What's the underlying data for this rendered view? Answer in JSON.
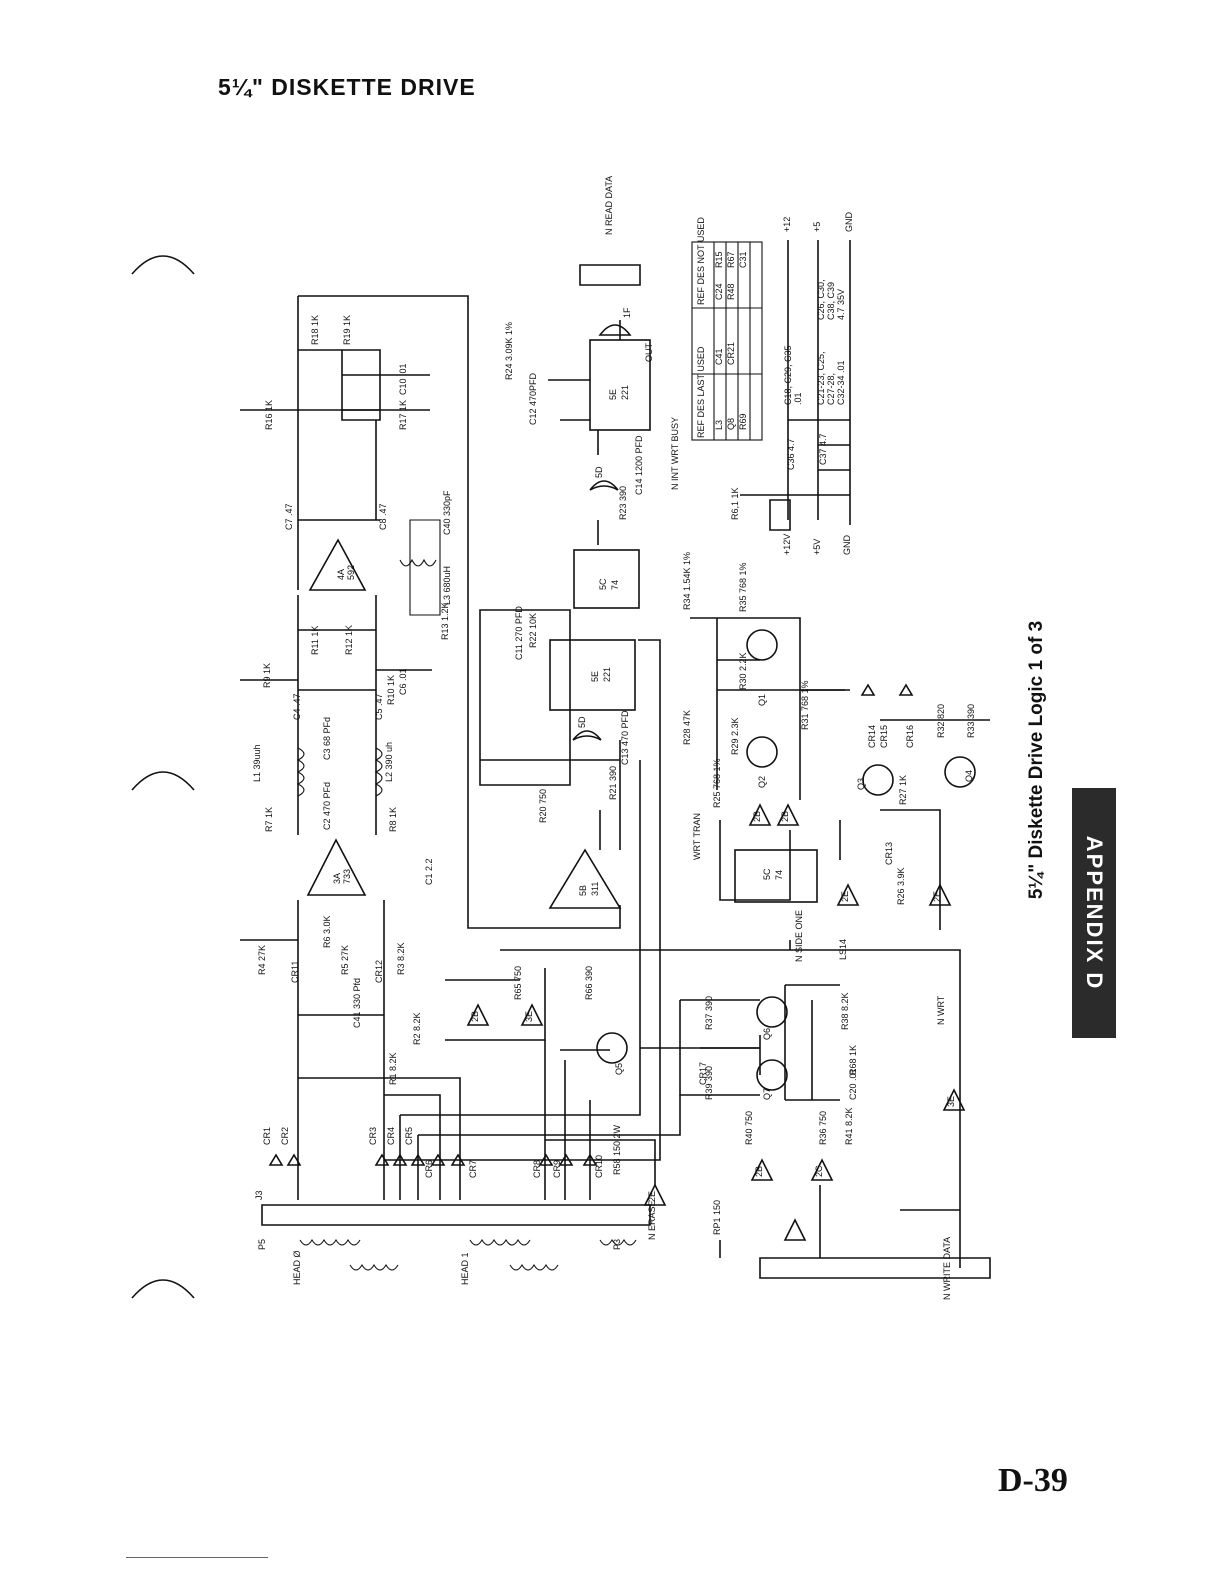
{
  "page": {
    "title": "5¼\" DISKETTE DRIVE",
    "caption": "5¼\" Diskette Drive Logic 1 of 3",
    "appendix_tab": "APPENDIX D",
    "page_number": "D-39"
  },
  "ref_table": {
    "headers": [
      "REF DES LAST USED",
      "REF DES NOT USED"
    ],
    "rows": [
      [
        "L3",
        "C41",
        "C24",
        "R15"
      ],
      [
        "Q8",
        "CR21",
        "R48",
        "R67"
      ],
      [
        "R69",
        "",
        "",
        "C31"
      ]
    ]
  },
  "power": {
    "rails": [
      "+12",
      "+5",
      "GND"
    ],
    "caps_note": [
      "C18, C29, C35",
      ".01",
      "C21-23, C25,",
      "C27-28,",
      "C32-34 .01",
      "C26, C30,",
      "C38, C39",
      "4.7 35V"
    ]
  },
  "connectors": {
    "j1_signals": [
      "N READ DATA",
      "N SIDE ONE",
      "N WRITE DATA",
      "N ERASE",
      "N WRT"
    ],
    "j2_pins": [
      "+12V",
      "+5V",
      "GND"
    ],
    "heads": [
      "HEAD Ø",
      "HEAD 1"
    ],
    "j3": "J3",
    "p5": "P5",
    "p3": "P3"
  },
  "components": {
    "amps": [
      {
        "ref": "3A",
        "part": "733"
      },
      {
        "ref": "4A",
        "part": "592"
      },
      {
        "ref": "5B",
        "part": "311"
      }
    ],
    "ics": [
      {
        "ref": "5E",
        "part": "221"
      },
      {
        "ref": "5C",
        "part": "74"
      },
      {
        "ref": "5E",
        "part": "221"
      },
      {
        "ref": "5C",
        "part": "74"
      }
    ],
    "gates": [
      "1F",
      "5D",
      "5D",
      "2B",
      "2B",
      "2E",
      "2E",
      "3E",
      "3E",
      "2B",
      "2B",
      "2C",
      "2E"
    ],
    "labels": [
      "R18 1K",
      "R19 1K",
      "R16 1K",
      "R17 1K",
      "C10 .01",
      "C7 .47",
      "C8 .47",
      "C40 330pF",
      "L3 680uH",
      "R13 1.2K",
      "R11 1K",
      "R12 1K",
      "R9 1K",
      "C6 .01",
      "R10 1K",
      "C4 .47",
      "C5 .47",
      "C3 68 PFd",
      "L1 39uuh",
      "L2 390 uh",
      "C2 470 PFd",
      "R7 1K",
      "R8 1K",
      "C1 2.2",
      "R4 27K",
      "R6 3.0K",
      "R5 27K",
      "R3 8.2K",
      "R2 8.2K",
      "R1 8.2K",
      "C41 330 Pfd",
      "R24 3.09K 1%",
      "C12 470PFD",
      "C14 1200 PFD",
      "R23 390",
      "C11 270 PFD",
      "R22 10K",
      "C13 470 PFD",
      "R21 390",
      "R20 750",
      "R34 1.54K 1%",
      "R35 768 1%",
      "R30 2.2K",
      "R29 2.3K",
      "R28 47K",
      "R25 768 1%",
      "R31 768 1%",
      "R32 820",
      "R33 390",
      "R27 1K",
      "R26 3.9K",
      "R65 750",
      "R66 390",
      "R37 390",
      "R38 8.2K",
      "R39 390",
      "R68 1K",
      "C20 .01",
      "R40 750",
      "R36 750",
      "R41 8.2K",
      "R58 150 2W",
      "RP1 150",
      "R6,1 1K",
      "C36 4.7",
      "C37 4.7",
      "CR11",
      "CR12",
      "CR1",
      "CR2",
      "CR3",
      "CR4",
      "CR5",
      "CR6",
      "CR7",
      "CR8",
      "CR9",
      "CR10",
      "CR13",
      "CR14",
      "CR15",
      "CR16",
      "CR17",
      "Q1",
      "Q2",
      "Q3",
      "Q4",
      "Q5",
      "Q6",
      "Q7",
      "N INT WRT BUSY",
      "OUT",
      "WRT TRAN",
      "LS14"
    ]
  }
}
